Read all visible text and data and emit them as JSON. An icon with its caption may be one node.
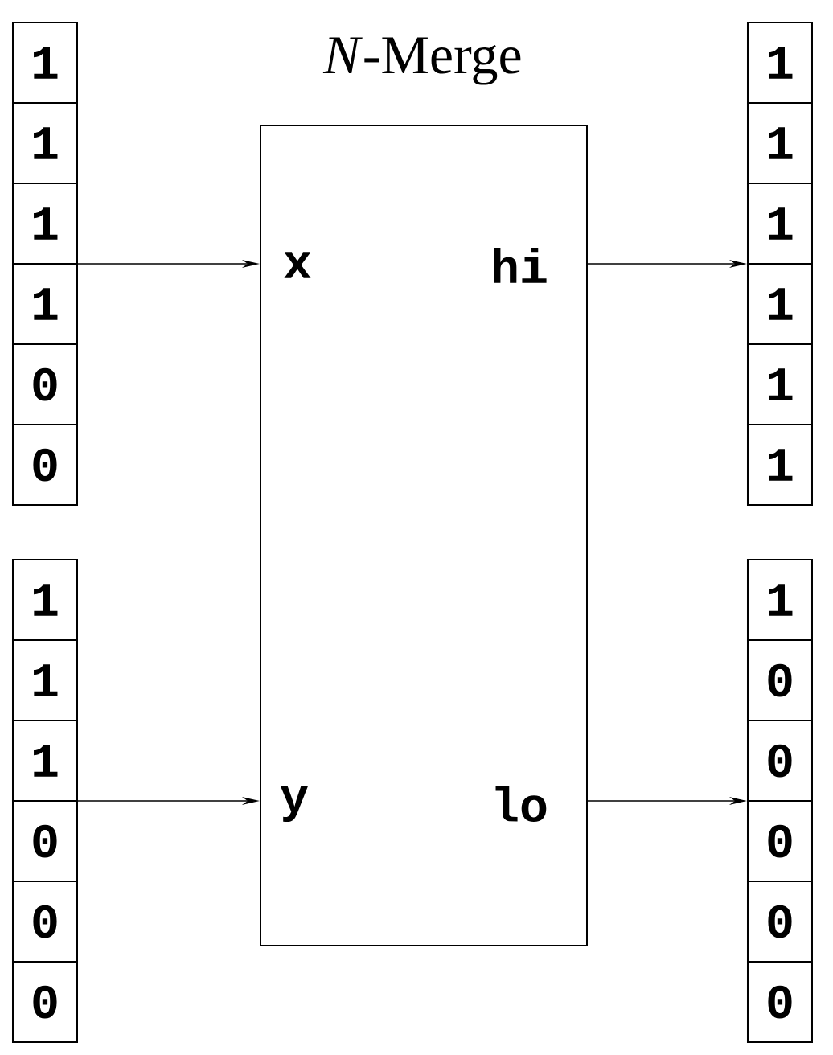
{
  "diagram": {
    "nodes": [
      {
        "text": [],
        "shape": "box"
      },
      {
        "text": [
          "1"
        ],
        "in": 0
      },
      {
        "text": [
          "1"
        ],
        "in": 0
      },
      {
        "text": [
          "1"
        ],
        "in": 0
      },
      {
        "text": [
          "1"
        ],
        "in": 0
      },
      {
        "text": [
          "0"
        ],
        "in": 0
      },
      {
        "text": [
          "0"
        ],
        "in": 0
      },
      {
        "text": [
          "*N*-Merge",
          "x",
          "hi",
          "y",
          "lo"
        ]
      },
      {
        "text": [],
        "shape": "box"
      },
      {
        "text": [
          "1"
        ],
        "in": 8
      },
      {
        "text": [
          "1"
        ],
        "in": 8
      },
      {
        "text": [
          "1"
        ],
        "in": 8
      },
      {
        "text": [
          "1"
        ],
        "in": 8
      },
      {
        "text": [
          "1"
        ],
        "in": 8
      },
      {
        "text": [
          "1"
        ],
        "in": 8
      },
      {
        "text": [],
        "shape": "box"
      },
      {
        "text": [
          "1"
        ],
        "in": 15
      },
      {
        "text": [
          "1"
        ],
        "in": 15
      },
      {
        "text": [
          "1"
        ],
        "in": 15
      },
      {
        "text": [
          "0"
        ],
        "in": 15
      },
      {
        "text": [
          "0"
        ],
        "in": 15
      },
      {
        "text": [
          "0"
        ],
        "in": 15
      },
      {
        "text": [],
        "shape": "box"
      },
      {
        "text": [
          "1"
        ],
        "in": 22
      },
      {
        "text": [
          "0"
        ],
        "in": 22
      },
      {
        "text": [
          "0"
        ],
        "in": 22
      },
      {
        "text": [
          "0"
        ],
        "in": 22
      },
      {
        "text": [
          "0"
        ],
        "in": 22
      },
      {
        "text": [
          "0"
        ],
        "in": 22
      }
    ],
    "edges": [
      {
        "from": 0,
        "to": 7,
        "arrow": "to"
      },
      {
        "from": 7,
        "to": 8,
        "arrow": "to"
      },
      {
        "from": 15,
        "to": 7,
        "arrow": "to"
      },
      {
        "from": 7,
        "to": 22,
        "arrow": "to"
      }
    ]
  }
}
